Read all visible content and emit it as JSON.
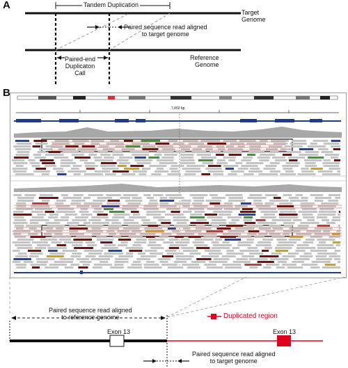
{
  "panel_a": {
    "letter": "A",
    "tandem_label": "Tandem Duplication",
    "target_label": "Target\nGenome",
    "read_target_label": "Paired sequence read aligned\nto target genome",
    "reference_label": "Reference\nGenome",
    "call_label": "Paired-end\nDuplicaton\nCall"
  },
  "panel_b": {
    "letter": "B",
    "scale_label": "7,002 bp",
    "read_reference_label": "Paired sequence read aligned\nto reference genome",
    "exon_left_label": "Exon 13",
    "exon_right_label": "Exon 13",
    "legend_label": "Duplicated region",
    "read_target_label": "Paired sequence read aligned\nto target genome"
  },
  "colors": {
    "duplicated": "#e0001b",
    "read_gray": "#c4c4c4",
    "read_dark": "#7a0d0d",
    "coverage": "#a8a8a8",
    "gene_blue": "#1f3a93"
  }
}
